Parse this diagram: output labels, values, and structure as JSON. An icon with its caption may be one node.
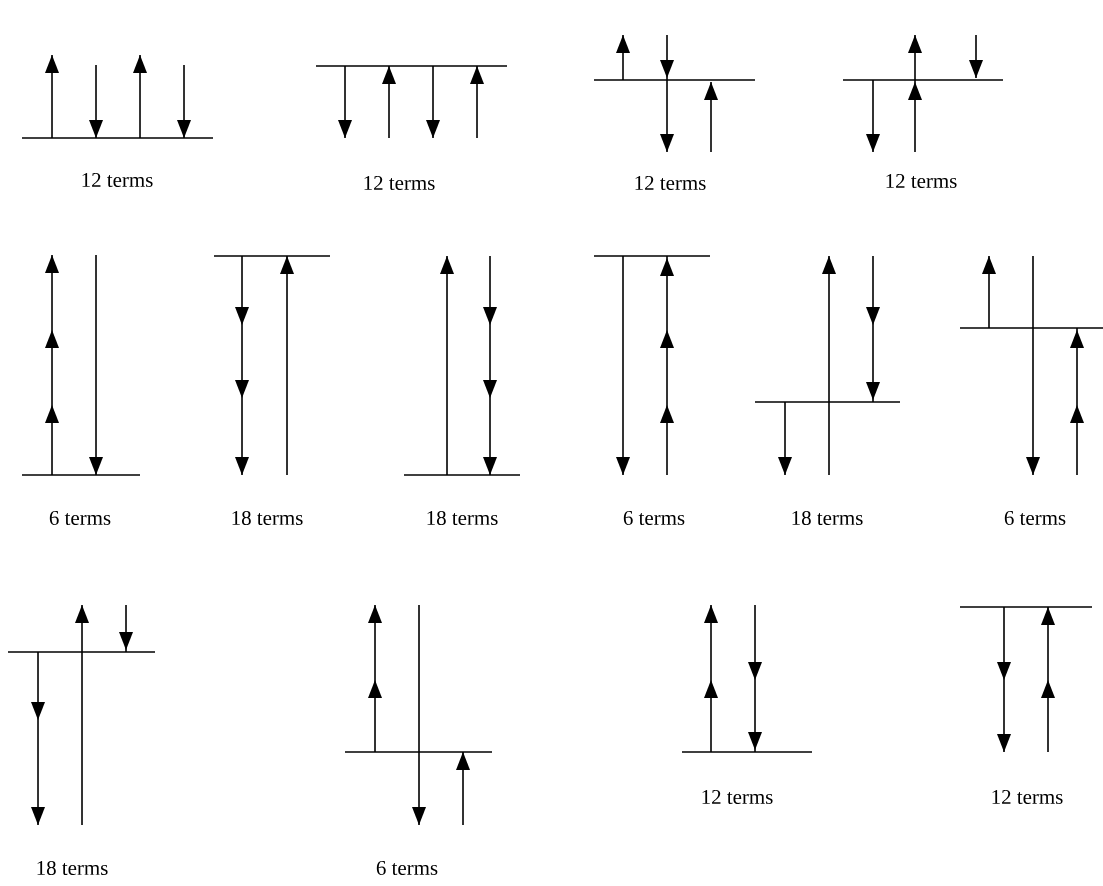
{
  "diagram": {
    "labels": [
      "12 terms",
      "12 terms",
      "12 terms",
      "12 terms",
      "6 terms",
      "18 terms",
      "18 terms",
      "6 terms",
      "18 terms",
      "6 terms",
      "18 terms",
      "6 terms",
      "12 terms",
      "12 terms"
    ]
  }
}
